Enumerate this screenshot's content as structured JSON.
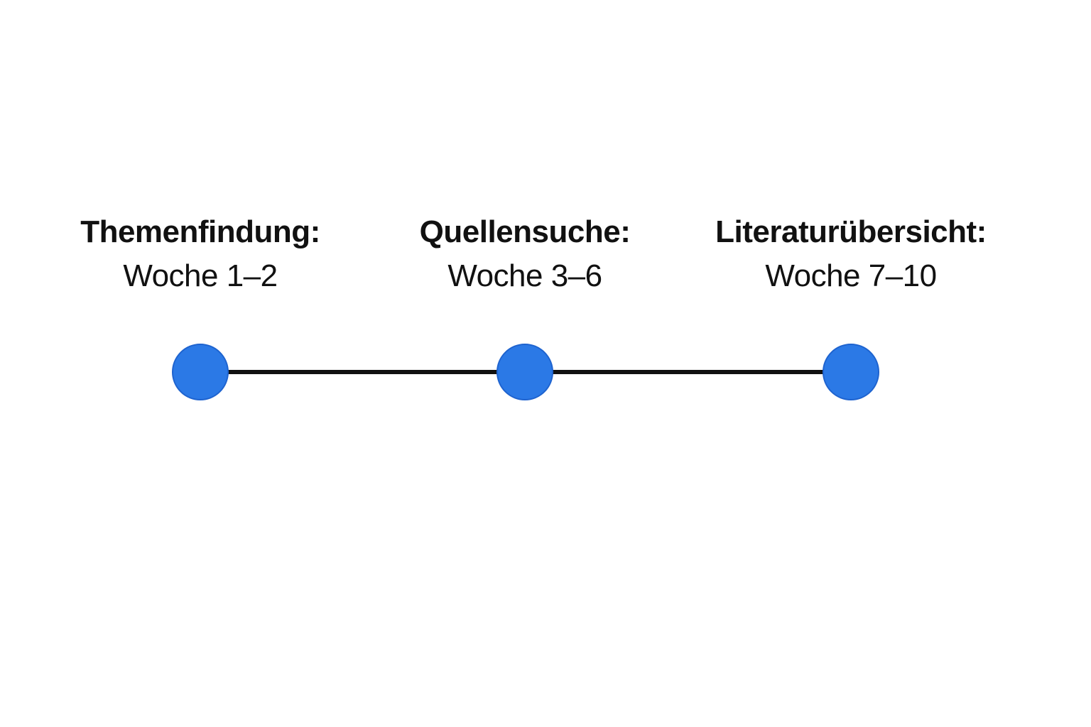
{
  "page": {
    "background": "#ffffff"
  },
  "timeline": {
    "node_color": "#2B79E6",
    "node_border_color": "#1E63CF",
    "connector_color": "#111111",
    "text_color": "#111111",
    "milestones": [
      {
        "title": "Themenfindung:",
        "subtitle": "Woche 1–2"
      },
      {
        "title": "Quellensuche:",
        "subtitle": "Woche 3–6"
      },
      {
        "title": "Literaturübersicht:",
        "subtitle": "Woche 7–10"
      }
    ]
  }
}
